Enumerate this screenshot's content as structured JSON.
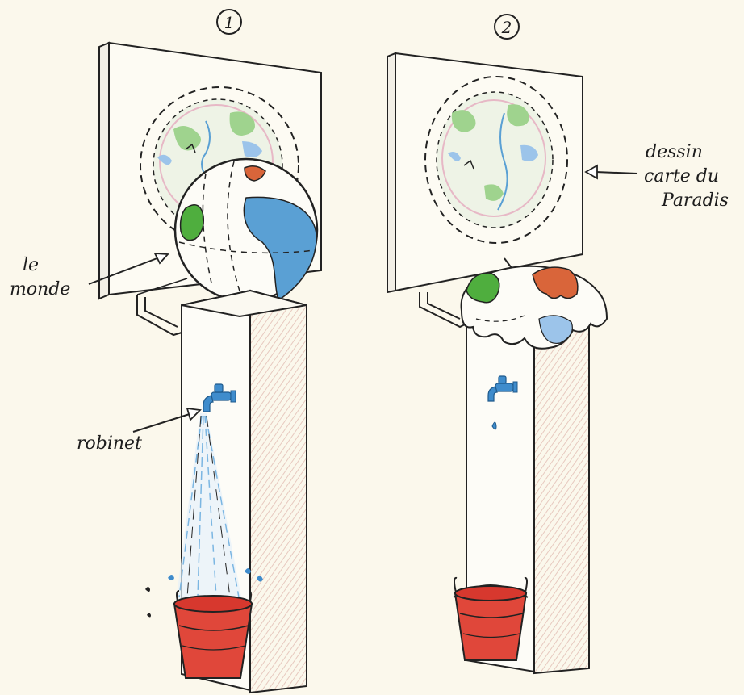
{
  "panels": [
    {
      "number": "1"
    },
    {
      "number": "2"
    }
  ],
  "labels": {
    "le_monde_line1": "le",
    "le_monde_line2": "monde",
    "robinet": "robinet",
    "dessin_line1": "dessin",
    "dessin_line2": "carte du",
    "dessin_line3": "Paradis"
  },
  "colors": {
    "paper": "#fbf8ec",
    "ocean": "#5aa0d4",
    "land": "#4fae3e",
    "land_orange": "#d9653a",
    "bucket": "#e0473a",
    "faucet": "#3f8ccc",
    "ink": "#1d1d1d"
  }
}
